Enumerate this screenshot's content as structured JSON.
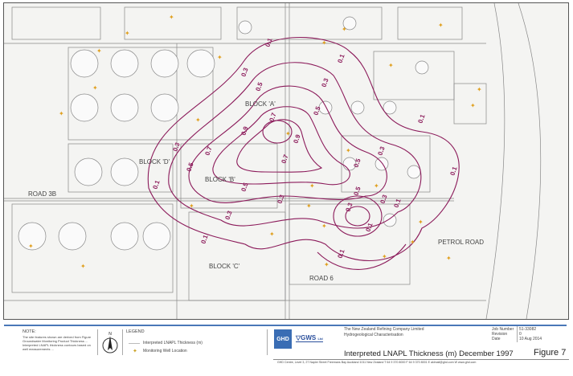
{
  "map": {
    "block_labels": [
      "BLOCK 'D'",
      "BLOCK 'B'",
      "BLOCK 'C'",
      "BLOCK 'A'"
    ],
    "road_labels": [
      "ROAD 3B",
      "ROAD 6",
      "PETROL ROAD"
    ],
    "contour_labels": [
      "0.1",
      "0.1",
      "0.1",
      "0.1",
      "0.1",
      "0.1",
      "0.1",
      "0.1",
      "0.3",
      "0.3",
      "0.3",
      "0.3",
      "0.3",
      "0.3",
      "0.3",
      "0.5",
      "0.5",
      "0.5",
      "0.5",
      "0.5",
      "0.7",
      "0.7",
      "0.7",
      "0.9",
      "0.9",
      "0.3",
      "0.1",
      "0.5"
    ],
    "contour_color": "#8b1a5a",
    "well_color": "#e0a020"
  },
  "titleblock": {
    "note_heading": "NOTE:",
    "note_text": "The site features shown are derived from Figure Groundwater Monitoring Product Thickness ... Interpreted LNAPL thickness contours based on well measurements ...",
    "legend_heading": "LEGEND",
    "legend_items": [
      "Interpreted LNAPL Thickness (m)",
      "Monitoring Well Location"
    ],
    "north": "N",
    "ghd_logo": "GHD",
    "gws_logo": "GWS",
    "gws_suffix": "Ltd",
    "client": "The New Zealand Refining Company Limited",
    "project": "Hydrogeological Characterisation",
    "job_number_label": "Job Number",
    "job_number": "51-33082",
    "revision_label": "Revision",
    "revision": "0",
    "date_label": "Date",
    "date": "10 Aug 2014",
    "title": "Interpreted LNAPL Thickness (m) December 1997",
    "figure": "Figure 7",
    "address": "GHD Centre, Level 3, 27 Napier Street Freemans Bay Auckland 1011 New Zealand   T 64 9 370 8000   F 64 9 370 8001   E aklmail@ghd.com   W www.ghd.com"
  }
}
